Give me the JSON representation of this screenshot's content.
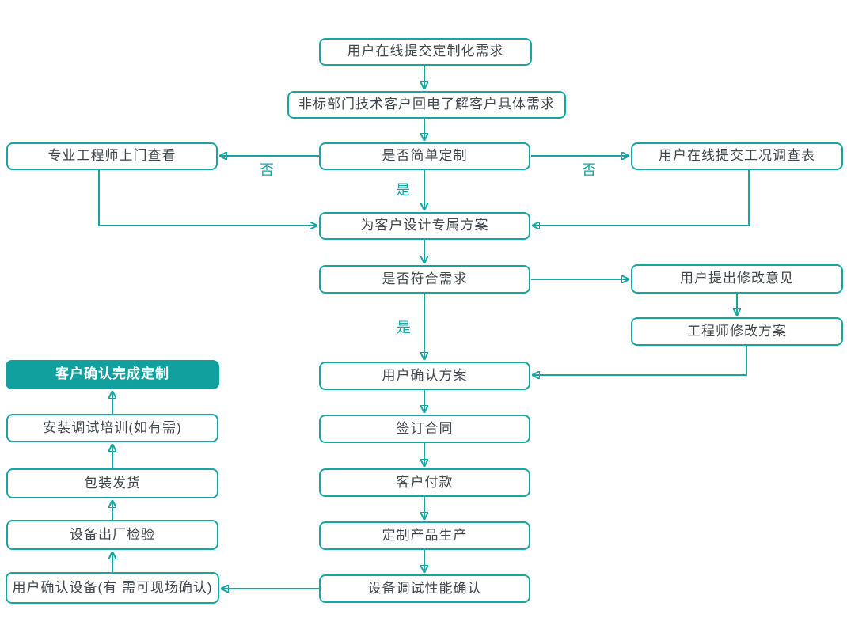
{
  "flowchart": {
    "accent_color": "#16a6a1",
    "filled_node_color": "#11a09d",
    "text_color": "#41474c",
    "nodes": {
      "online_submit": {
        "label": "用户在线提交定制化需求"
      },
      "callback": {
        "label": "非标部门技术客户回电了解客户具体需求"
      },
      "simple_custom": {
        "label": "是否简单定制"
      },
      "engineer_visit": {
        "label": "专业工程师上门查看"
      },
      "survey_form": {
        "label": "用户在线提交工况调查表"
      },
      "design_plan": {
        "label": "为客户设计专属方案"
      },
      "meets_needs": {
        "label": "是否符合需求"
      },
      "feedback": {
        "label": "用户提出修改意见"
      },
      "revise_plan": {
        "label": "工程师修改方案"
      },
      "confirm_plan": {
        "label": "用户确认方案"
      },
      "sign_contract": {
        "label": "签订合同"
      },
      "payment": {
        "label": "客户付款"
      },
      "production": {
        "label": "定制产品生产"
      },
      "debug_confirm": {
        "label": "设备调试性能确认"
      },
      "complete": {
        "label": "客户确认完成定制"
      },
      "training": {
        "label": "安装调试培训(如有需)"
      },
      "shipping": {
        "label": "包装发货"
      },
      "inspection": {
        "label": "设备出厂检验"
      },
      "device_confirm": {
        "label": "用户确认设备(有 需可现场确认)"
      }
    },
    "edge_labels": {
      "no_left": "否",
      "no_right": "否",
      "yes_top": "是",
      "yes_bottom": "是"
    },
    "edges": [
      {
        "from": "online_submit",
        "to": "callback"
      },
      {
        "from": "callback",
        "to": "simple_custom"
      },
      {
        "from": "simple_custom",
        "to": "engineer_visit",
        "label": "否"
      },
      {
        "from": "simple_custom",
        "to": "survey_form",
        "label": "否"
      },
      {
        "from": "simple_custom",
        "to": "design_plan",
        "label": "是"
      },
      {
        "from": "engineer_visit",
        "to": "design_plan"
      },
      {
        "from": "survey_form",
        "to": "design_plan"
      },
      {
        "from": "design_plan",
        "to": "meets_needs"
      },
      {
        "from": "meets_needs",
        "to": "feedback"
      },
      {
        "from": "feedback",
        "to": "revise_plan"
      },
      {
        "from": "revise_plan",
        "to": "confirm_plan"
      },
      {
        "from": "meets_needs",
        "to": "confirm_plan",
        "label": "是"
      },
      {
        "from": "confirm_plan",
        "to": "sign_contract"
      },
      {
        "from": "sign_contract",
        "to": "payment"
      },
      {
        "from": "payment",
        "to": "production"
      },
      {
        "from": "production",
        "to": "debug_confirm"
      },
      {
        "from": "debug_confirm",
        "to": "device_confirm"
      },
      {
        "from": "device_confirm",
        "to": "inspection"
      },
      {
        "from": "inspection",
        "to": "shipping"
      },
      {
        "from": "shipping",
        "to": "training"
      },
      {
        "from": "training",
        "to": "complete"
      }
    ]
  }
}
